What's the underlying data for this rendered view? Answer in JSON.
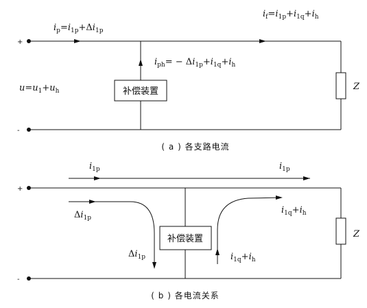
{
  "top": {
    "plus": "+",
    "minus": "-",
    "label_ip": [
      "i",
      "p",
      "=",
      "i",
      "1p",
      "+Δ",
      "i",
      "1p"
    ],
    "label_if": [
      "i",
      "f",
      "=",
      "i",
      "1p",
      "+",
      "i",
      "1q",
      "+",
      "i",
      "h"
    ],
    "label_iph": [
      "i",
      "ph",
      "= − Δ",
      "i",
      "1p",
      "+",
      "i",
      "1q",
      "+",
      "i",
      "h"
    ],
    "label_u": [
      "u",
      "=",
      "u",
      "1",
      "+",
      "u",
      "h"
    ],
    "compensator": "补偿装置",
    "load": "Z",
    "caption": "( a ) 各支路电流"
  },
  "bottom": {
    "plus": "+",
    "minus": "-",
    "label_i1p_left": [
      "i",
      "1p"
    ],
    "label_i1p_right": [
      "i",
      "1p"
    ],
    "label_di1p_upper": [
      "Δ",
      "i",
      "1p"
    ],
    "label_di1p_lower": [
      "Δ",
      "i",
      "1p"
    ],
    "label_iq_ih_upper": [
      "i",
      "1q",
      "+",
      "i",
      "h"
    ],
    "label_iq_ih_lower": [
      "i",
      "1q",
      "+",
      "i",
      "h"
    ],
    "compensator": "补偿装置",
    "load": "Z",
    "caption": "( b ) 各电流关系"
  }
}
